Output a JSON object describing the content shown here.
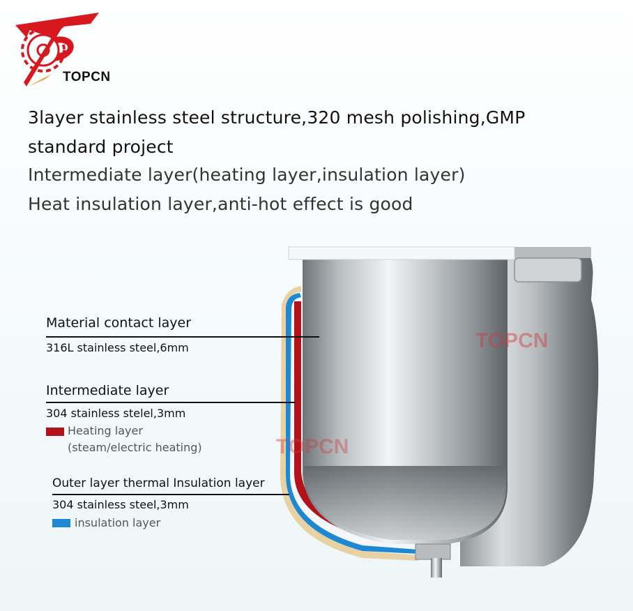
{
  "brand": {
    "name": "TOPCN",
    "watermark": "TOPCN"
  },
  "headline": {
    "line1": "3layer stainless steel structure,320 mesh polishing,GMP",
    "line2": "standard project",
    "line3": "Intermediate layer(heating layer,insulation layer)",
    "line4": "Heat insulation layer,anti-hot effect is good"
  },
  "layers": {
    "contact": {
      "title": "Material contact layer",
      "spec": "316L stainless steel,6mm"
    },
    "intermediate": {
      "title": "Intermediate layer",
      "spec": "304 stainless stelel,3mm",
      "legend_label": "Heating layer",
      "legend_note": "(steam/electric heating)"
    },
    "outer": {
      "title": "Outer layer thermal Insulation layer",
      "spec": "304 stainless steel,3mm",
      "legend_label": "insulation layer"
    }
  },
  "colors": {
    "heating": "#b3121b",
    "insulation": "#1e88d2",
    "logo_red": "#d7191f"
  },
  "icons": {
    "logo": "topcn-gear-logo-icon"
  }
}
